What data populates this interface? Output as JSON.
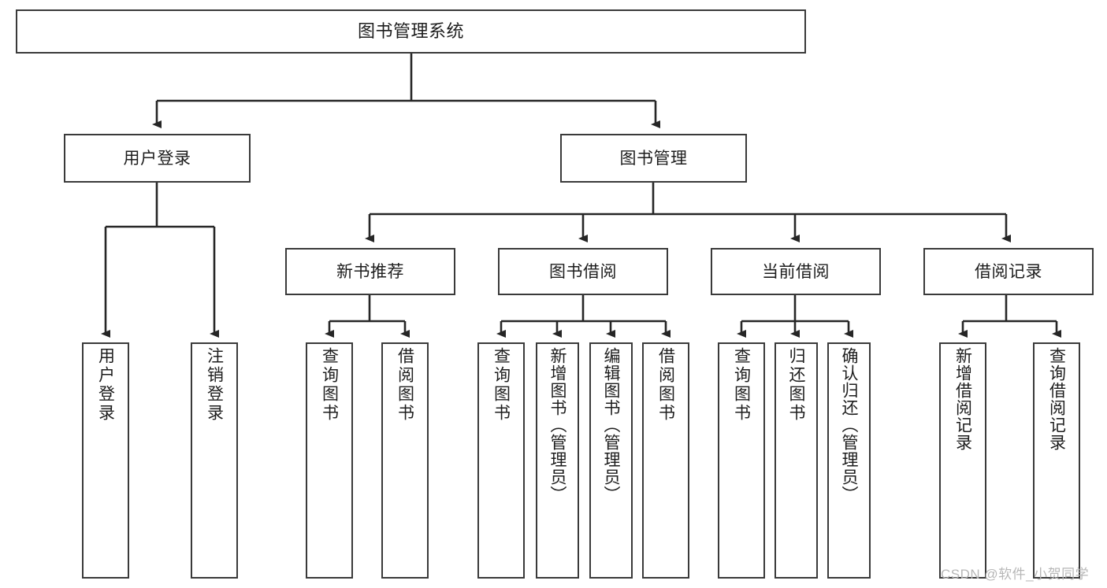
{
  "diagram": {
    "type": "tree-hierarchy",
    "title": "图书管理系统",
    "orientation": "top-down",
    "colors": {
      "node_border": "#3a3a3a",
      "node_fill": "#ffffff",
      "connector": "#262626",
      "text": "#1d1d1d",
      "watermark": "#b7b7b7",
      "background": "#ffffff"
    },
    "nodes": {
      "root": {
        "label": "图书管理系统"
      },
      "level2": [
        {
          "id": "user-login",
          "label": "用户登录"
        },
        {
          "id": "book-manage",
          "label": "图书管理"
        }
      ],
      "level3": [
        {
          "id": "new-book-recommend",
          "label": "新书推荐"
        },
        {
          "id": "book-borrow",
          "label": "图书借阅"
        },
        {
          "id": "current-borrow",
          "label": "当前借阅"
        },
        {
          "id": "borrow-record",
          "label": "借阅记录"
        }
      ],
      "leaves": {
        "user-login": [
          {
            "id": "leaf-user-login",
            "label": "用户登录"
          },
          {
            "id": "leaf-logout-login",
            "label": "注销登录"
          }
        ],
        "new-book-recommend": [
          {
            "id": "leaf-query-book-1",
            "label": "查询图书"
          },
          {
            "id": "leaf-borrow-book-1",
            "label": "借阅图书"
          }
        ],
        "book-borrow": [
          {
            "id": "leaf-query-book-2",
            "label": "查询图书"
          },
          {
            "id": "leaf-add-book-admin",
            "label": "新增图书（管理员）"
          },
          {
            "id": "leaf-edit-book-admin",
            "label": "编辑图书（管理员）"
          },
          {
            "id": "leaf-borrow-book-2",
            "label": "借阅图书"
          }
        ],
        "current-borrow": [
          {
            "id": "leaf-query-book-3",
            "label": "查询图书"
          },
          {
            "id": "leaf-return-book",
            "label": "归还图书"
          },
          {
            "id": "leaf-confirm-return-admin",
            "label": "确认归还（管理员）"
          }
        ],
        "borrow-record": [
          {
            "id": "leaf-add-borrow-record",
            "label": "新增借阅记录"
          },
          {
            "id": "leaf-query-borrow-record",
            "label": "查询借阅记录"
          }
        ]
      }
    }
  },
  "watermark": {
    "text": "CSDN @软件_小贺同学"
  }
}
